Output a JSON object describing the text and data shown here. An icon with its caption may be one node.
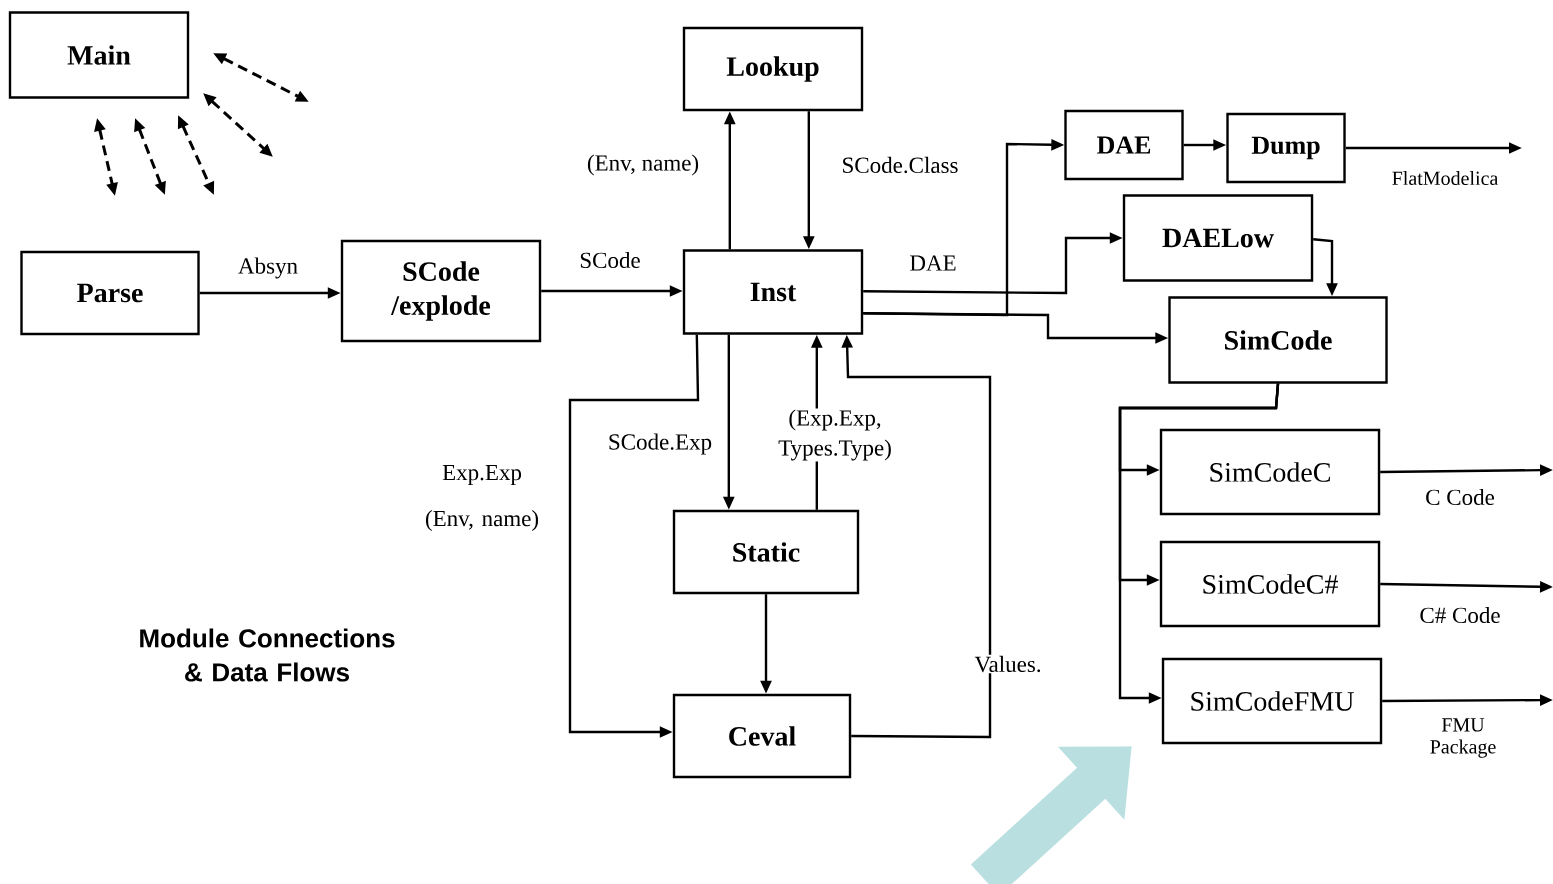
{
  "diagram": {
    "title": "Module Connections & Data Flows",
    "nodes": [
      {
        "text": [
          "Main"
        ]
      },
      {
        "text": [
          "Parse"
        ]
      },
      {
        "text": [
          "SCode /explode"
        ]
      },
      {
        "text": [
          "Lookup"
        ]
      },
      {
        "text": [
          "Inst"
        ]
      },
      {
        "text": [
          "Static"
        ]
      },
      {
        "text": [
          "Ceval"
        ]
      },
      {
        "text": [
          "DAE"
        ]
      },
      {
        "text": [
          "Dump"
        ]
      },
      {
        "text": [
          "DAELow"
        ]
      },
      {
        "text": [
          "SimCode"
        ]
      },
      {
        "text": [
          "SimCodeC"
        ]
      },
      {
        "text": [
          "SimCodeC#"
        ]
      },
      {
        "text": [
          "SimCodeFMU"
        ]
      }
    ],
    "edges": [
      {
        "from": 1,
        "to": 2,
        "arrow": "to",
        "label": "Absyn"
      },
      {
        "from": 2,
        "to": 4,
        "arrow": "to",
        "label": "SCode"
      },
      {
        "from": 4,
        "to": 3,
        "arrow": "to",
        "label": "(Env, name)"
      },
      {
        "from": 3,
        "to": 4,
        "arrow": "to",
        "label": "SCode.Class"
      },
      {
        "from": 4,
        "to": 7,
        "arrow": "to"
      },
      {
        "from": 4,
        "to": 9,
        "arrow": "to",
        "label": "DAE"
      },
      {
        "from": 4,
        "to": 10,
        "arrow": "to"
      },
      {
        "from": 7,
        "to": 8,
        "arrow": "to"
      },
      {
        "from": 8,
        "to": null,
        "arrow": "to",
        "label": "FlatModelica"
      },
      {
        "from": 9,
        "to": 10,
        "arrow": "to"
      },
      {
        "from": 10,
        "to": 11,
        "arrow": "to"
      },
      {
        "from": 10,
        "to": 12,
        "arrow": "to"
      },
      {
        "from": 10,
        "to": 13,
        "arrow": "to"
      },
      {
        "from": 11,
        "to": null,
        "arrow": "to",
        "label": "C Code"
      },
      {
        "from": 12,
        "to": null,
        "arrow": "to",
        "label": "C# Code"
      },
      {
        "from": 13,
        "to": null,
        "arrow": "to",
        "label": "FMU Package"
      },
      {
        "from": 4,
        "to": 5,
        "arrow": "to",
        "label": "SCode.Exp"
      },
      {
        "from": 5,
        "to": 4,
        "arrow": "to",
        "label": "(Exp.Exp, Types.Type)"
      },
      {
        "from": 5,
        "to": 6,
        "arrow": "to"
      },
      {
        "from": 4,
        "to": 6,
        "arrow": "to",
        "label": "Exp.Exp (Env, name)"
      },
      {
        "from": 6,
        "to": 4,
        "arrow": "to",
        "label": "Values."
      },
      {
        "from": null,
        "to": 13,
        "arrow": "to",
        "style": "thick",
        "color": "#b9dfe0"
      }
    ]
  }
}
